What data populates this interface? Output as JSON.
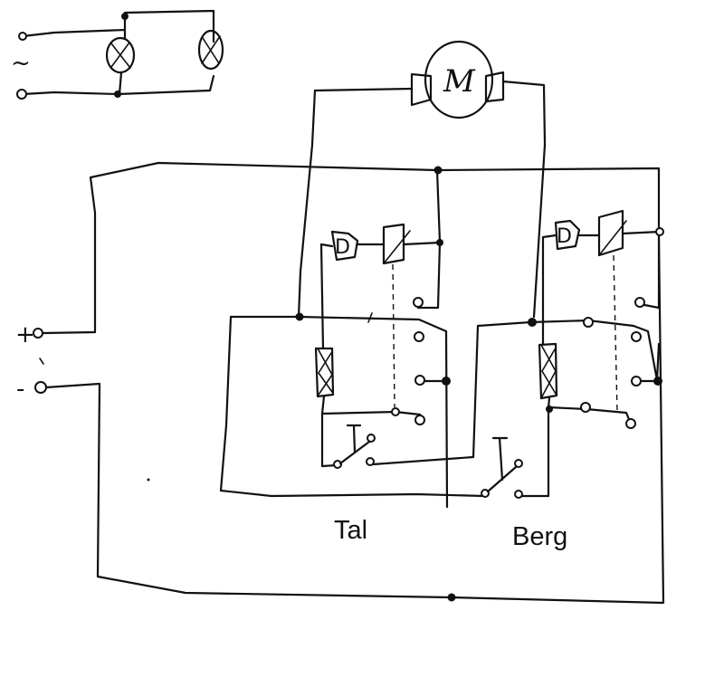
{
  "supply": {
    "ac_symbol": "~",
    "dc_plus": "+",
    "dc_minus": "-"
  },
  "motor": {
    "letter": "M"
  },
  "sections": {
    "left": {
      "label": "Tal",
      "relay_letter": "D"
    },
    "right": {
      "label": "Berg",
      "relay_letter": "D"
    }
  }
}
